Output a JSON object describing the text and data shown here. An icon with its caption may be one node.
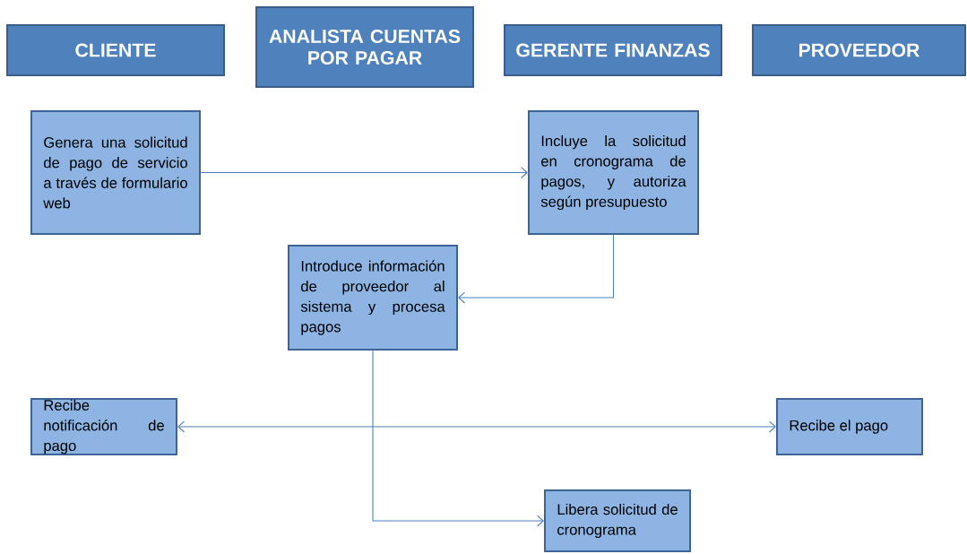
{
  "diagram": {
    "nodes": [
      {
        "text": [
          "CLIENTE"
        ]
      },
      {
        "text": [
          "ANALISTA CUENTAS POR PAGAR"
        ]
      },
      {
        "text": [
          "GERENTE FINANZAS"
        ]
      },
      {
        "text": [
          "PROVEEDOR"
        ]
      },
      {
        "text": [
          "Genera una solicitud de pago de servicio a través de formulario web"
        ]
      },
      {
        "text": [
          "Incluye la solicitud en cronograma de pagos, y autoriza según presupuesto"
        ]
      },
      {
        "text": [
          "Introduce información de proveedor al sistema y procesa pagos"
        ]
      },
      {
        "text": [
          "Recibe notificación de pago"
        ]
      },
      {
        "text": [
          "Recibe el pago"
        ]
      },
      {
        "text": [
          "Libera solicitud de cronograma"
        ]
      }
    ],
    "edges": [
      {
        "from": 4,
        "to": 5,
        "arrow": "to"
      },
      {
        "from": 5,
        "to": 6,
        "arrow": "to"
      },
      {
        "from": 7,
        "to": 8,
        "arrow": "both"
      },
      {
        "from": 6,
        "to": 9,
        "arrow": "to"
      }
    ]
  }
}
